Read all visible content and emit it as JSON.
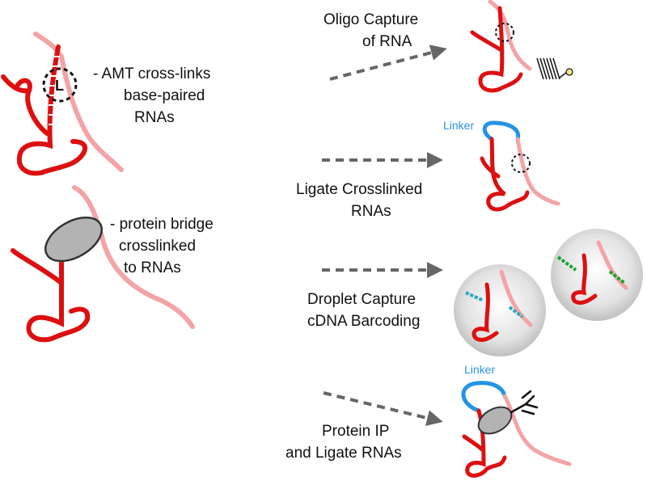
{
  "colors": {
    "rna_dark": "#dd0f0f",
    "rna_light": "#f4a3a6",
    "linker": "#2493e6",
    "arrow": "#666666",
    "protein_fill": "#b3b3b3",
    "droplet": "#d8d8d8",
    "barcode_green": "#1aa32e",
    "barcode_cyan": "#22a8c4",
    "text": "#111111"
  },
  "left_panel": {
    "amt_label": [
      "- AMT cross-links",
      "base-paired",
      "RNAs"
    ],
    "protein_label": [
      "- protein bridge",
      "crosslinked",
      "to RNAs"
    ]
  },
  "methods": [
    {
      "id": "oligo",
      "label": [
        "Oligo Capture",
        "of RNA"
      ]
    },
    {
      "id": "ligate",
      "label": [
        "Ligate Crosslinked",
        "RNAs"
      ],
      "tag": "Linker"
    },
    {
      "id": "droplet",
      "label": [
        "Droplet Capture",
        "cDNA Barcoding"
      ]
    },
    {
      "id": "protein-ip",
      "label": [
        "Protein IP",
        "and Ligate RNAs"
      ],
      "tag": "Linker"
    }
  ]
}
